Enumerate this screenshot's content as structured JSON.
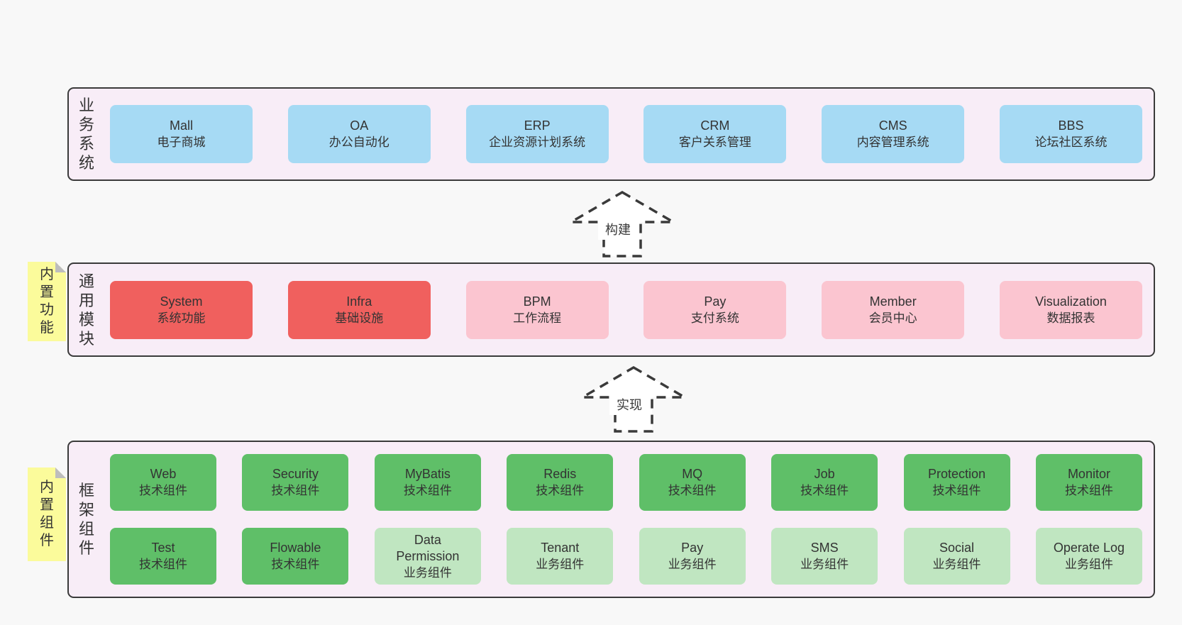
{
  "page": {
    "background": "#f8f8f8"
  },
  "colors": {
    "layer_bg": "#f8edf7",
    "layer_border": "#3a3a3a",
    "blue": "#a6daf4",
    "red": "#f0605e",
    "pink": "#fbc5d0",
    "green": "#5fbf68",
    "green_light": "#c0e6c1",
    "sticky_yellow": "#fbfb9b",
    "text": "#333333"
  },
  "layers": [
    {
      "label": "业务系统",
      "sticky": null,
      "rows": [
        [
          {
            "title": "Mall",
            "subtitle": "电子商城",
            "variant": "blue"
          },
          {
            "title": "OA",
            "subtitle": "办公自动化",
            "variant": "blue"
          },
          {
            "title": "ERP",
            "subtitle": "企业资源计划系统",
            "variant": "blue"
          },
          {
            "title": "CRM",
            "subtitle": "客户关系管理",
            "variant": "blue"
          },
          {
            "title": "CMS",
            "subtitle": "内容管理系统",
            "variant": "blue"
          },
          {
            "title": "BBS",
            "subtitle": "论坛社区系统",
            "variant": "blue"
          }
        ]
      ]
    },
    {
      "label": "通用模块",
      "sticky": "内置功能",
      "rows": [
        [
          {
            "title": "System",
            "subtitle": "系统功能",
            "variant": "red"
          },
          {
            "title": "Infra",
            "subtitle": "基础设施",
            "variant": "red"
          },
          {
            "title": "BPM",
            "subtitle": "工作流程",
            "variant": "pink"
          },
          {
            "title": "Pay",
            "subtitle": "支付系统",
            "variant": "pink"
          },
          {
            "title": "Member",
            "subtitle": "会员中心",
            "variant": "pink"
          },
          {
            "title": "Visualization",
            "subtitle": "数据报表",
            "variant": "pink"
          }
        ]
      ]
    },
    {
      "label": "框架组件",
      "sticky": "内置组件",
      "rows": [
        [
          {
            "title": "Web",
            "subtitle": "技术组件",
            "variant": "green"
          },
          {
            "title": "Security",
            "subtitle": "技术组件",
            "variant": "green"
          },
          {
            "title": "MyBatis",
            "subtitle": "技术组件",
            "variant": "green"
          },
          {
            "title": "Redis",
            "subtitle": "技术组件",
            "variant": "green"
          },
          {
            "title": "MQ",
            "subtitle": "技术组件",
            "variant": "green"
          },
          {
            "title": "Job",
            "subtitle": "技术组件",
            "variant": "green"
          },
          {
            "title": "Protection",
            "subtitle": "技术组件",
            "variant": "green"
          },
          {
            "title": "Monitor",
            "subtitle": "技术组件",
            "variant": "green"
          }
        ],
        [
          {
            "title": "Test",
            "subtitle": "技术组件",
            "variant": "green"
          },
          {
            "title": "Flowable",
            "subtitle": "技术组件",
            "variant": "green"
          },
          {
            "title": "Data Permission",
            "subtitle": "业务组件",
            "variant": "green_light"
          },
          {
            "title": "Tenant",
            "subtitle": "业务组件",
            "variant": "green_light"
          },
          {
            "title": "Pay",
            "subtitle": "业务组件",
            "variant": "green_light"
          },
          {
            "title": "SMS",
            "subtitle": "业务组件",
            "variant": "green_light"
          },
          {
            "title": "Social",
            "subtitle": "业务组件",
            "variant": "green_light"
          },
          {
            "title": "Operate Log",
            "subtitle": "业务组件",
            "variant": "green_light"
          }
        ]
      ]
    }
  ],
  "arrows": [
    {
      "label": "构建"
    },
    {
      "label": "实现"
    }
  ]
}
